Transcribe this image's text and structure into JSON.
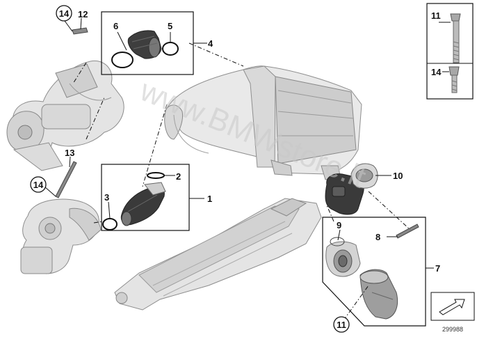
{
  "watermark": "www.BMWstore.lt",
  "document_number": "299988",
  "callouts": {
    "c1": "1",
    "c2": "2",
    "c3": "3",
    "c4": "4",
    "c5": "5",
    "c6": "6",
    "c7": "7",
    "c8": "8",
    "c9": "9",
    "c10": "10",
    "c11a": "11",
    "c11b": "11",
    "c12": "12",
    "c13": "13",
    "c14a": "14",
    "c14b": "14",
    "c14c": "14"
  },
  "colors": {
    "part_light": "#e6e6e6",
    "part_mid": "#c4c4c4",
    "part_dark": "#4a4a4a",
    "line": "#111111"
  }
}
